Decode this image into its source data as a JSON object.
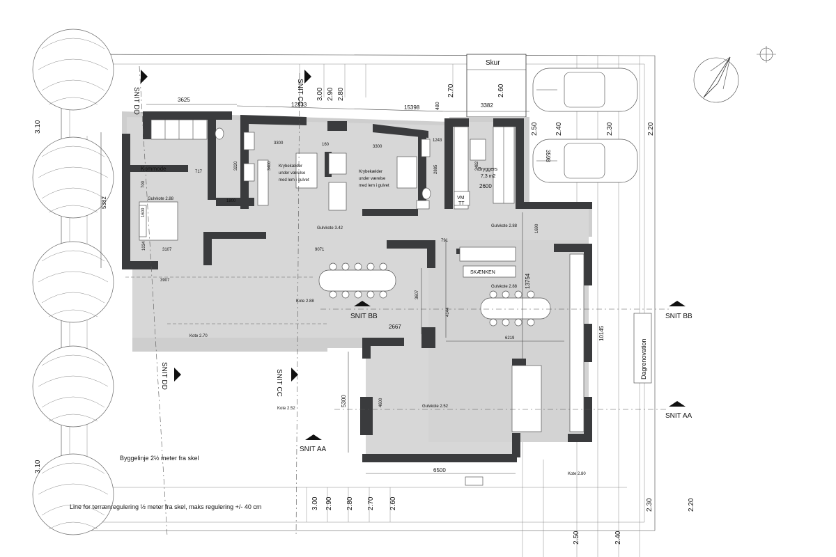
{
  "labels": {
    "skur": "Skur",
    "snit_dd": "SNIT DD",
    "snit_cc": "SNIT CC",
    "snit_bb": "SNIT BB",
    "snit_aa": "SNIT AA",
    "kommode": "Kommode",
    "gulvkote_288_bed": "Gulvkote 2.88",
    "krybe": "Krybekælder",
    "under_vaerelse": "under værelse",
    "med_lem": "med lem i gulvet",
    "gulvkote_342": "Gulvkote 3.42",
    "gulvkote_288_right": "Gulvkote 2.88",
    "bryggers": "Bryggers",
    "bryggers_area": "7,3 m2",
    "vm": "VM",
    "tt": "TT",
    "skaenken": "SKÆNKEN",
    "gulvkote_288_kitchen": "Gulvkote 2.88",
    "kote_288": "Kote 2.88",
    "kote_270": "Kote 2.70",
    "kote_252": "Kote 2.52",
    "gulvkote_252": "Gulvkote 2.52",
    "kote_280": "Kote 2.80",
    "byggelinje": "Byggelinje 2½ meter fra skel",
    "terraen": "Line for terrænregulering ½ meter fra skel, maks regulering +/- 40 cm",
    "dagrenovation": "Dagrenovation"
  },
  "dims": {
    "d3625": "3625",
    "d12333": "12333",
    "d15398": "15398",
    "d480": "480",
    "d3382": "3382",
    "d3300a": "3300",
    "d3300b": "3300",
    "d160": "160",
    "d1243": "1243",
    "d717": "717",
    "d3220": "3220",
    "d3400": "3400",
    "d2885": "2885",
    "d3482": "3482",
    "d2600": "2600",
    "d700": "700",
    "d1600": "1600",
    "d1800": "1800",
    "d1690": "1690",
    "d1034": "1034",
    "d3107": "3107",
    "d9071": "9071",
    "d791": "791",
    "d3907": "3907",
    "d3607": "3607",
    "d13754": "13754",
    "d4144": "4144",
    "d2667": "2667",
    "d6219": "6219",
    "d10145": "10145",
    "d5300": "5300",
    "d4600": "4600",
    "d6500": "6500",
    "d5382": "5382",
    "d3598": "3598"
  },
  "levels": {
    "top_300": "3.00",
    "top_290": "2.90",
    "top_280": "2.80",
    "top_270": "2.70",
    "top_260": "2.60",
    "top_250": "2.50",
    "top_240": "2.40",
    "top_230": "2.30",
    "top_220": "2.20",
    "left_310_top": "3.10",
    "left_310_bottom": "3.10",
    "bot_300": "3.00",
    "bot_290": "2.90",
    "bot_280": "2.80",
    "bot_270": "2.70",
    "bot_260": "2.60",
    "bot_250": "2.50",
    "bot_240": "2.40",
    "bot_230": "2.30",
    "bot_220": "2.20"
  },
  "icons": {
    "north": "north-arrow-icon",
    "car": "car-icon",
    "tree": "tree-icon",
    "section_marker": "section-arrow-icon"
  },
  "colors": {
    "wall": "#3a3b3d",
    "floor_inside": "#d7d7d7",
    "terrace": "#cecece",
    "background": "#ffffff"
  }
}
